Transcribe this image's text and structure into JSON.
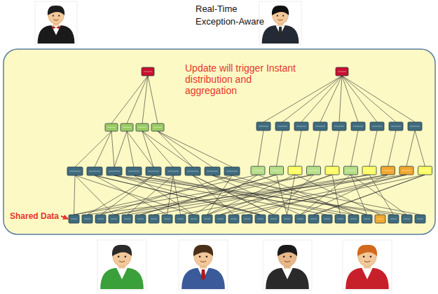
{
  "diagram": {
    "labels": [
      "Real-Time Exception-Aware",
      "Update will trigger Instant distribution and aggregation",
      "Shared Data"
    ]
  }
}
